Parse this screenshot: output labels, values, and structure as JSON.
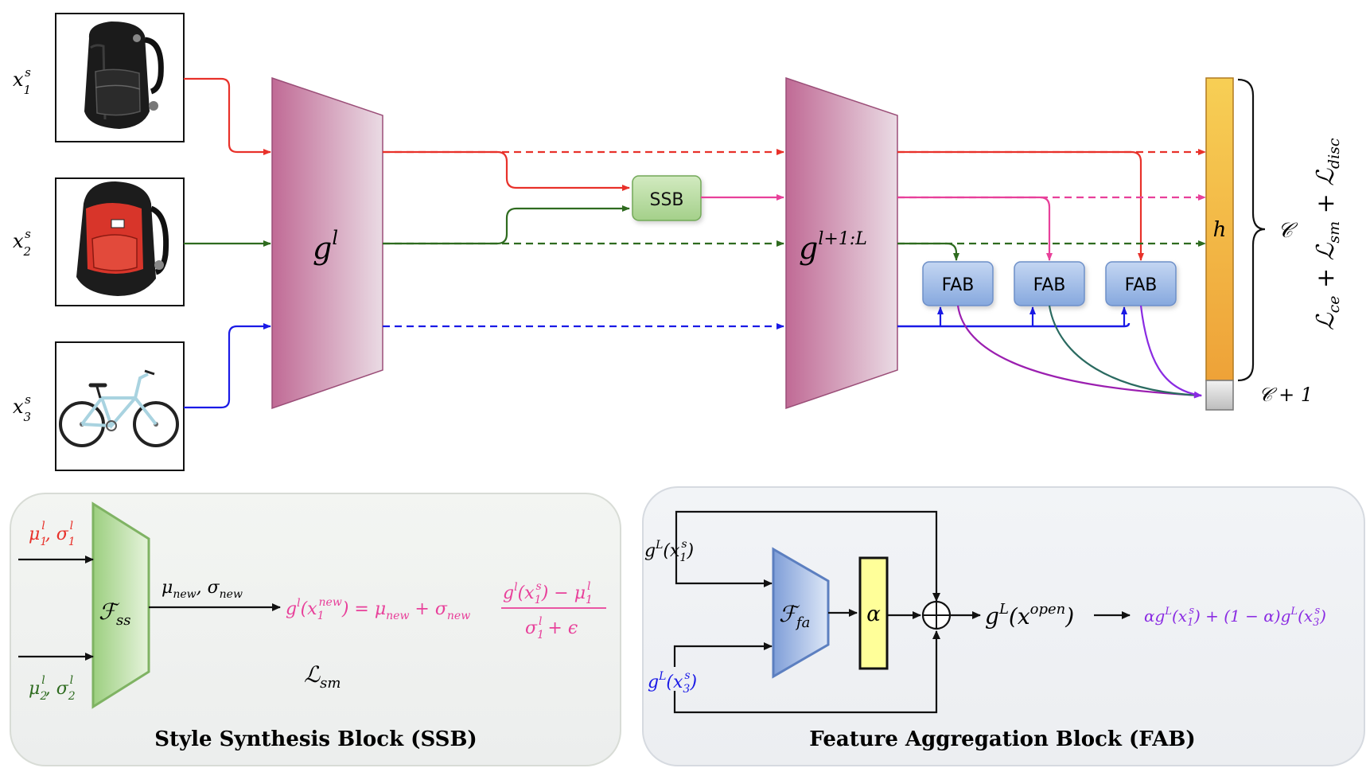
{
  "colors": {
    "red": "#e8312a",
    "green": "#2e6b1f",
    "blue": "#1a1ae6",
    "pink": "#e8409a",
    "purple": "#8a2be2",
    "teal": "#2a6a60",
    "magenta": "#9b1fb0",
    "block": "#c87aa0",
    "ssb_fill": "#b8dba0",
    "fab_fill": "#9cb8e4",
    "h_fill": "#f2b844",
    "alpha_fill": "#ffff99"
  },
  "inputs": [
    {
      "base": "x",
      "sub": "1",
      "sup": "s",
      "image": "black backpack"
    },
    {
      "base": "x",
      "sub": "2",
      "sup": "s",
      "image": "red backpack"
    },
    {
      "base": "x",
      "sub": "3",
      "sup": "s",
      "image": "bicycle"
    }
  ],
  "blocks": {
    "g_l": {
      "base": "g",
      "sup": "l"
    },
    "g_rest": {
      "base": "g",
      "sup": "l+1:L"
    },
    "ssb_label": "SSB",
    "fab_labels": [
      "FAB",
      "FAB",
      "FAB"
    ],
    "h_label": "h"
  },
  "outputs": {
    "c_label": "𝒞",
    "c1_label": "𝒞 + 1",
    "loss": [
      "ℒ",
      "ce",
      " + ",
      "ℒ",
      "sm",
      " + ",
      "ℒ",
      "disc"
    ]
  },
  "ssb_panel": {
    "title": "Style Synthesis Block (SSB)",
    "in1": {
      "a": "μ",
      "b": "1",
      "c": "σ",
      "d": "1",
      "sup": "l"
    },
    "in2": {
      "a": "μ",
      "b": "2",
      "c": "σ",
      "d": "2",
      "sup": "l"
    },
    "fss": {
      "base": "ℱ",
      "sub": "ss"
    },
    "out": {
      "mu": "μ",
      "sigma": "σ",
      "sub": "new"
    },
    "loss": {
      "base": "ℒ",
      "sub": "sm"
    },
    "formula": {
      "lhs_base": "g",
      "lhs_sup": "l",
      "lhs_arg": "x",
      "lhs_arg_sub": "1",
      "lhs_arg_sup": "new",
      "eq": " = ",
      "mu": "μ",
      "new": "new",
      "plus": " + ",
      "sigma": "σ",
      "num": "g",
      "num_arg": "x",
      "num_sub": "1",
      "num_sup": "s",
      "minus": " − ",
      "mu1": "μ",
      "den_sigma": "σ",
      "den_plus": " + ",
      "eps": "ϵ"
    }
  },
  "fab_panel": {
    "title": "Feature Aggregation Block (FAB)",
    "in1": {
      "base": "g",
      "sup": "L",
      "arg": "x",
      "sub": "1",
      "argsup": "s"
    },
    "in2": {
      "base": "g",
      "sup": "L",
      "arg": "x",
      "sub": "3",
      "argsup": "s"
    },
    "ffa": {
      "base": "ℱ",
      "sub": "fa"
    },
    "alpha": "α",
    "out": {
      "base": "g",
      "sup": "L",
      "arg": "x",
      "argsup": "open"
    },
    "result": {
      "a": "α",
      "g1": "g",
      "L": "L",
      "x": "x",
      "s": "s",
      "one": "1",
      "three": "3",
      "mid": " + (1 − α)"
    }
  }
}
